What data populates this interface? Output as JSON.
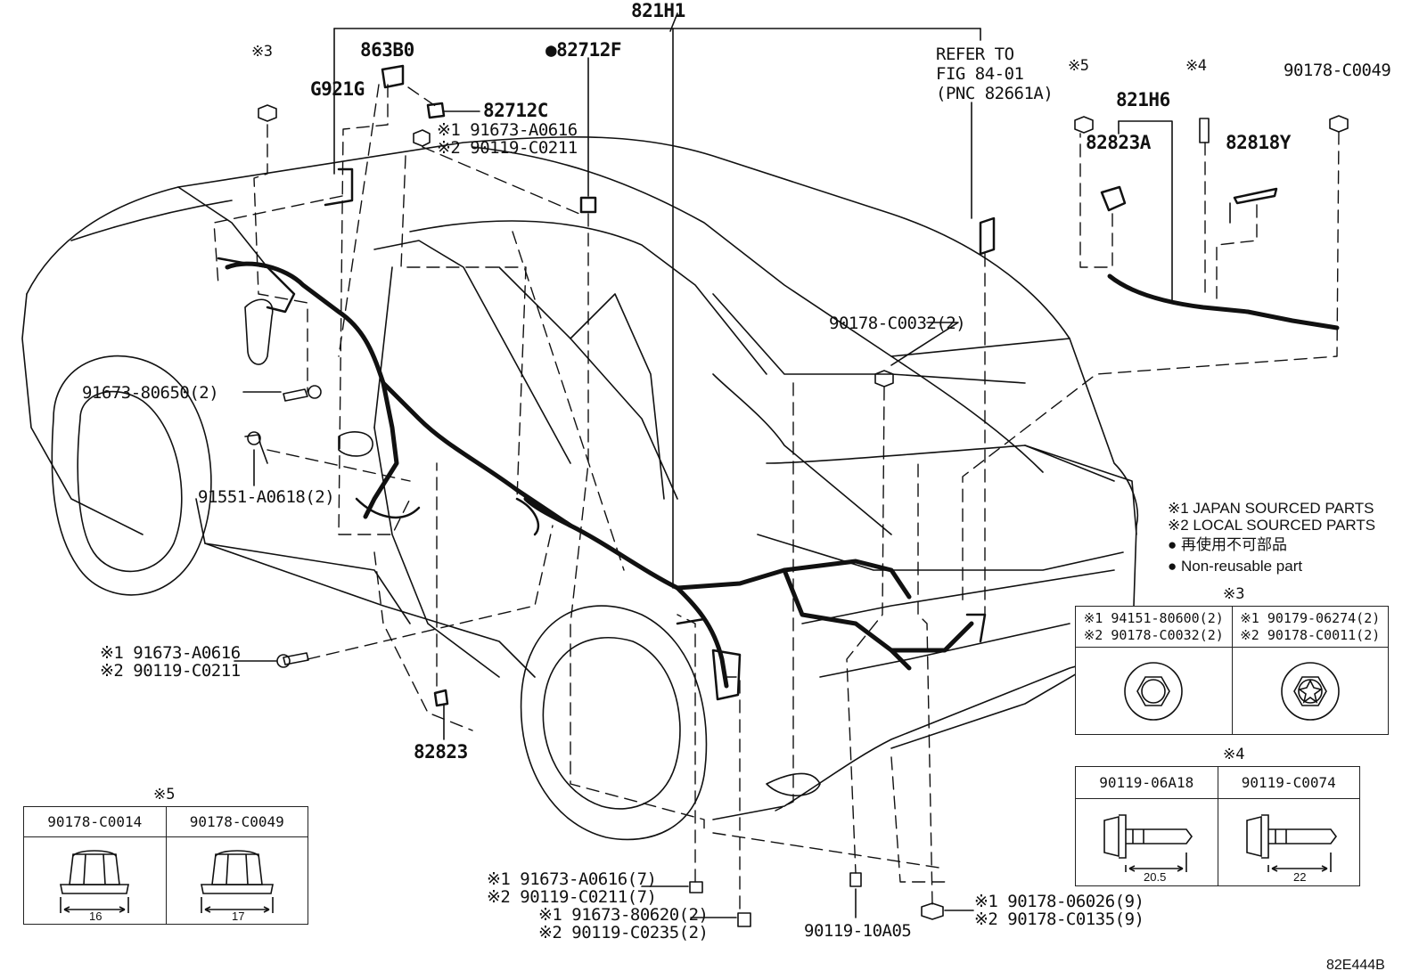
{
  "callouts": {
    "top": "821H1",
    "p863B0": "863B0",
    "p82712F": "●82712F",
    "refer1": "REFER TO",
    "refer2": "FIG 84-01",
    "refer3": "(PNC 82661A)",
    "m3": "※3",
    "g921g": "G921G",
    "p82712C": "82712C",
    "a1": "※1 91673-A0616",
    "a2": "※2 90119-C0211",
    "m5": "※5",
    "m4": "※4",
    "p90178_C0049": "90178-C0049",
    "p821H6": "821H6",
    "p82823A": "82823A",
    "p82818Y": "82818Y",
    "p90178_C0032_2": "90178-C0032(2)",
    "p91673_80650": "91673-80650(2)",
    "p91551": "91551-A0618(2)",
    "b1": "※1 91673-A0616",
    "b2": "※2 90119-C0211",
    "p82823": "82823",
    "c1": "※1 91673-A0616(7)",
    "c2": "※2 90119-C0211(7)",
    "d1": "※1 91673-80620(2)",
    "d2": "※2 90119-C0235(2)",
    "p90119_10A05": "90119-10A05",
    "e1": "※1 90178-06026(9)",
    "e2": "※2 90178-C0135(9)",
    "code": "82E444B"
  },
  "notes": {
    "n1": "※1 JAPAN SOURCED PARTS",
    "n2": "※2 LOCAL SOURCED PARTS",
    "n3": "再使用不可部品",
    "n4": "Non-reusable part"
  },
  "box3": {
    "title": "※3",
    "l1a": "※1 94151-80600(2)",
    "l1b": "※2 90178-C0032(2)",
    "r1a": "※1 90179-06274(2)",
    "r1b": "※2 90178-C0011(2)"
  },
  "box4": {
    "title": "※4",
    "h1": "90119-06A18",
    "h2": "90119-C0074",
    "d1": "20.5",
    "d2": "22"
  },
  "box5": {
    "title": "※5",
    "h1": "90178-C0014",
    "h2": "90178-C0049",
    "d1": "16",
    "d2": "17"
  }
}
